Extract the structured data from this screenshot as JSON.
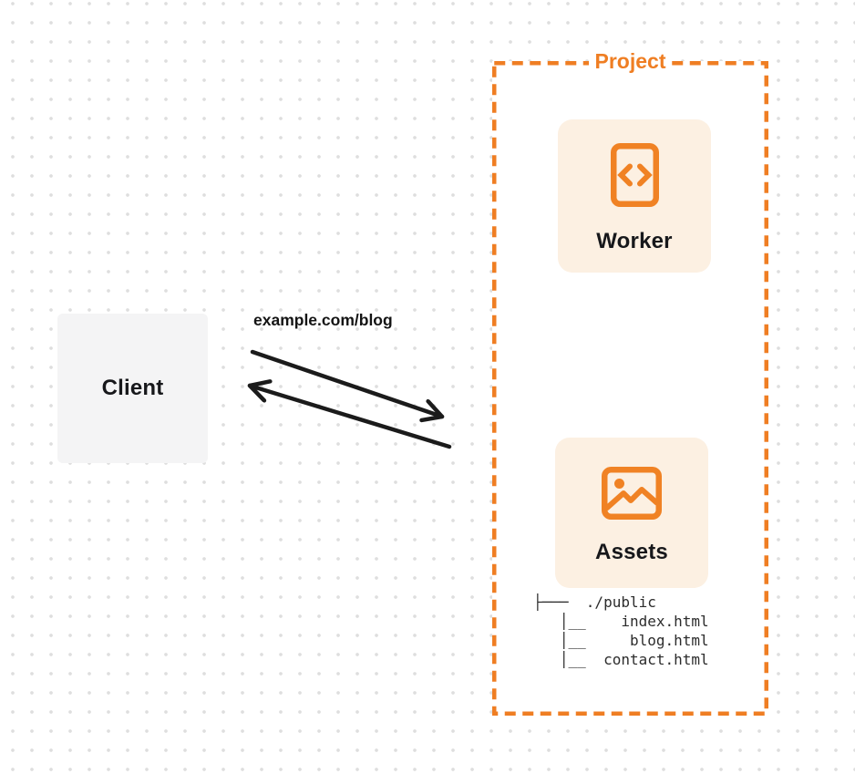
{
  "palette": {
    "accent_orange": "#ef7e23",
    "card_cream": "#fcf0e2",
    "client_gray": "#f4f4f5",
    "arrow_black": "#1b1b1b",
    "text_dark": "#17181b",
    "dot_grid_gray": "#dedede"
  },
  "client": {
    "label": "Client"
  },
  "request": {
    "label": "example.com/blog"
  },
  "project": {
    "label": "Project",
    "worker": {
      "label": "Worker",
      "icon": "code-file-icon"
    },
    "assets": {
      "label": "Assets",
      "icon": "image-icon"
    },
    "file_tree": {
      "lines": [
        "├───  ./public",
        "   │__    index.html",
        "   │__     blog.html",
        "   │__  contact.html"
      ]
    }
  }
}
